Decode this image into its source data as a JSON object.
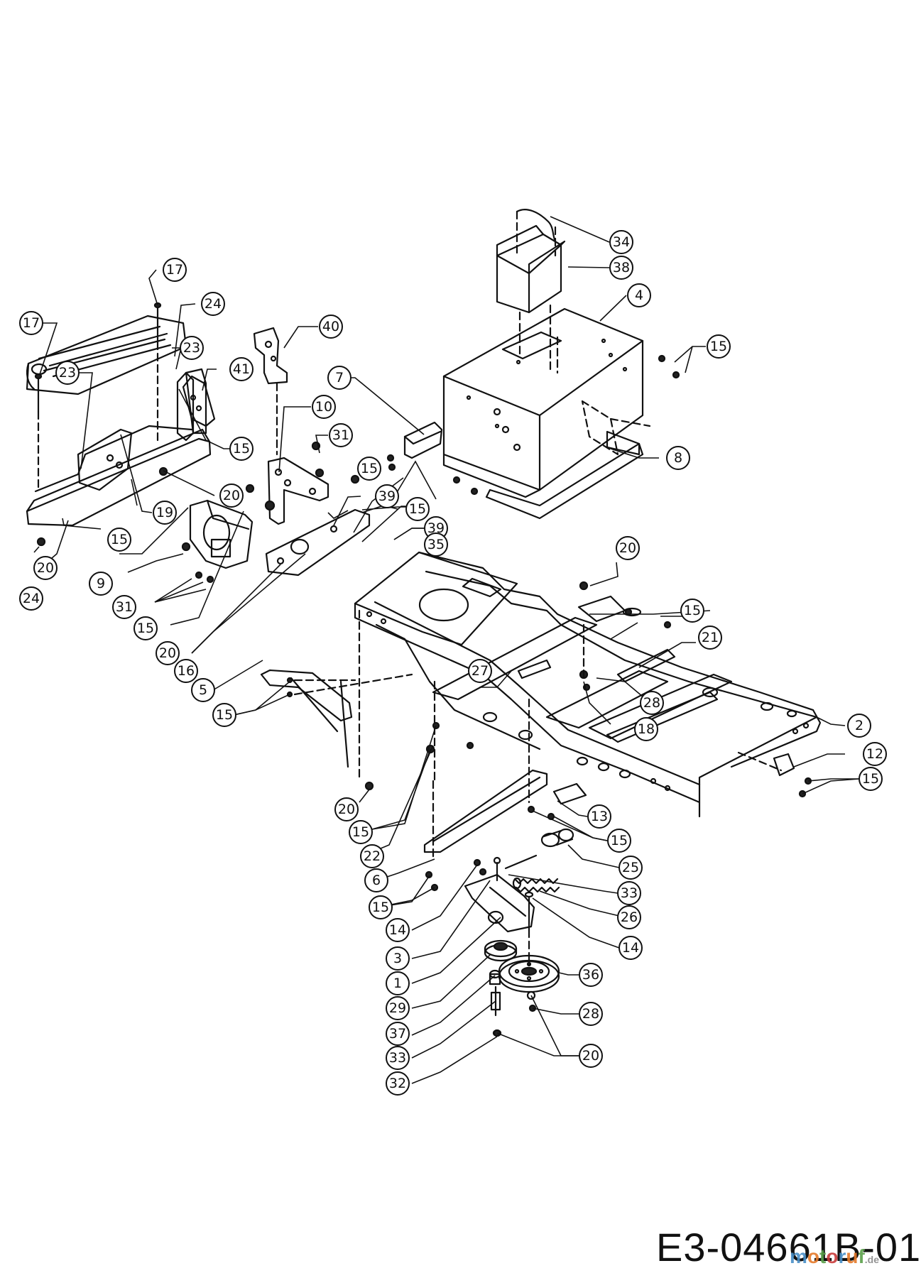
{
  "diagram": {
    "document_code": "E3-04661B-01",
    "watermark": {
      "text": "motoruf",
      "suffix": ".de",
      "colors": [
        "#4a90c8",
        "#e57a2a",
        "#5aa04a",
        "#c83a3a",
        "#4a90c8",
        "#e57a2a",
        "#5aa04a"
      ]
    },
    "callouts": [
      {
        "id": "c34",
        "label": "34"
      },
      {
        "id": "c38",
        "label": "38"
      },
      {
        "id": "c4",
        "label": "4"
      },
      {
        "id": "c15a",
        "label": "15"
      },
      {
        "id": "c17a",
        "label": "17"
      },
      {
        "id": "c24a",
        "label": "24"
      },
      {
        "id": "c17b",
        "label": "17"
      },
      {
        "id": "c40",
        "label": "40"
      },
      {
        "id": "c23a",
        "label": "23"
      },
      {
        "id": "c23b",
        "label": "23"
      },
      {
        "id": "c41",
        "label": "41"
      },
      {
        "id": "c7",
        "label": "7"
      },
      {
        "id": "c10",
        "label": "10"
      },
      {
        "id": "c31a",
        "label": "31"
      },
      {
        "id": "c15b",
        "label": "15"
      },
      {
        "id": "c8",
        "label": "8"
      },
      {
        "id": "c15c",
        "label": "15"
      },
      {
        "id": "c20a",
        "label": "20"
      },
      {
        "id": "c19",
        "label": "19"
      },
      {
        "id": "c39a",
        "label": "39"
      },
      {
        "id": "c15d",
        "label": "15"
      },
      {
        "id": "c15e",
        "label": "15"
      },
      {
        "id": "c39b",
        "label": "39"
      },
      {
        "id": "c35",
        "label": "35"
      },
      {
        "id": "c20b",
        "label": "20"
      },
      {
        "id": "c20c",
        "label": "20"
      },
      {
        "id": "c9",
        "label": "9"
      },
      {
        "id": "c24b",
        "label": "24"
      },
      {
        "id": "c31b",
        "label": "31"
      },
      {
        "id": "c15f",
        "label": "15"
      },
      {
        "id": "c15g",
        "label": "15"
      },
      {
        "id": "c21",
        "label": "21"
      },
      {
        "id": "c20d",
        "label": "20"
      },
      {
        "id": "c16",
        "label": "16"
      },
      {
        "id": "c27",
        "label": "27"
      },
      {
        "id": "c5",
        "label": "5"
      },
      {
        "id": "c28a",
        "label": "28"
      },
      {
        "id": "c15h",
        "label": "15"
      },
      {
        "id": "c18",
        "label": "18"
      },
      {
        "id": "c2",
        "label": "2"
      },
      {
        "id": "c12",
        "label": "12"
      },
      {
        "id": "c15i",
        "label": "15"
      },
      {
        "id": "c20e",
        "label": "20"
      },
      {
        "id": "c13",
        "label": "13"
      },
      {
        "id": "c15j",
        "label": "15"
      },
      {
        "id": "c15k",
        "label": "15"
      },
      {
        "id": "c22",
        "label": "22"
      },
      {
        "id": "c25",
        "label": "25"
      },
      {
        "id": "c6",
        "label": "6"
      },
      {
        "id": "c33a",
        "label": "33"
      },
      {
        "id": "c15l",
        "label": "15"
      },
      {
        "id": "c26",
        "label": "26"
      },
      {
        "id": "c14a",
        "label": "14"
      },
      {
        "id": "c14b",
        "label": "14"
      },
      {
        "id": "c3",
        "label": "3"
      },
      {
        "id": "c1",
        "label": "1"
      },
      {
        "id": "c36",
        "label": "36"
      },
      {
        "id": "c29",
        "label": "29"
      },
      {
        "id": "c28b",
        "label": "28"
      },
      {
        "id": "c37",
        "label": "37"
      },
      {
        "id": "c20f",
        "label": "20"
      },
      {
        "id": "c33b",
        "label": "33"
      },
      {
        "id": "c32",
        "label": "32"
      }
    ]
  }
}
